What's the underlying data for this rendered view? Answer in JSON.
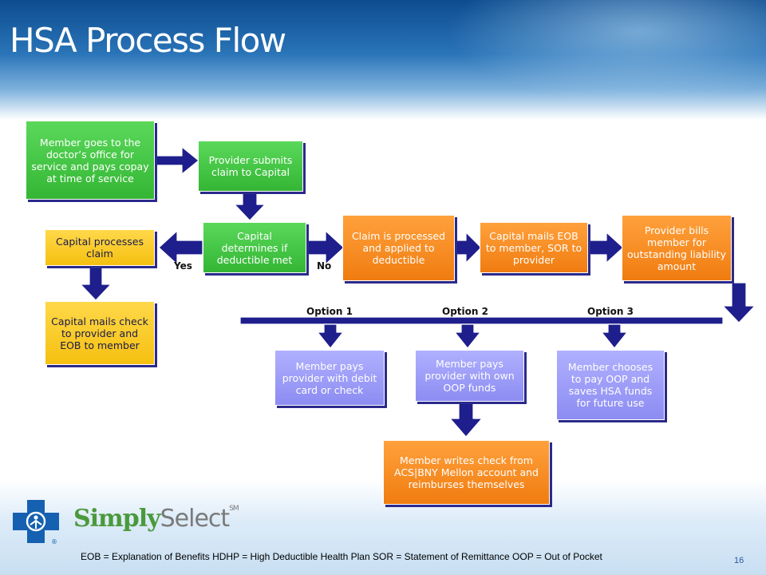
{
  "title": "HSA Process Flow",
  "boxes": {
    "member_visit": "Member goes to the doctor’s office for service and pays copay at time of service",
    "provider_submits": "Provider submits claim to Capital",
    "capital_determines": "Capital determines if deductible met",
    "capital_processes": "Capital processes claim",
    "capital_mails_check": "Capital mails check to provider and EOB to member",
    "claim_applied": "Claim is processed and applied to deductible",
    "capital_mails_eob": "Capital mails EOB to member, SOR to provider",
    "provider_bills": "Provider bills member for outstanding liability amount",
    "option1_box": "Member pays provider with debit card or check",
    "option2_box": "Member pays provider with own OOP funds",
    "option3_box": "Member chooses to pay OOP and saves HSA funds for future use",
    "reimburse": "Member writes check from ACS|BNY Mellon account and reimburses themselves"
  },
  "labels": {
    "yes": "Yes",
    "no": "No",
    "option1": "Option 1",
    "option2": "Option 2",
    "option3": "Option 3"
  },
  "legend": "EOB = Explanation of Benefits    HDHP = High Deductible Health Plan    SOR = Statement of Remittance    OOP = Out of Pocket",
  "page_number": "16",
  "logo": {
    "brand_bold": "Simply",
    "brand_light": "Select",
    "mark": "SM",
    "registered": "®"
  },
  "colors": {
    "green": "#3cc23c",
    "orange": "#f68a1e",
    "yellow": "#f8c81c",
    "purple": "#9a9af7",
    "arrow": "#1e1e8c",
    "header": "#1f63a8"
  }
}
